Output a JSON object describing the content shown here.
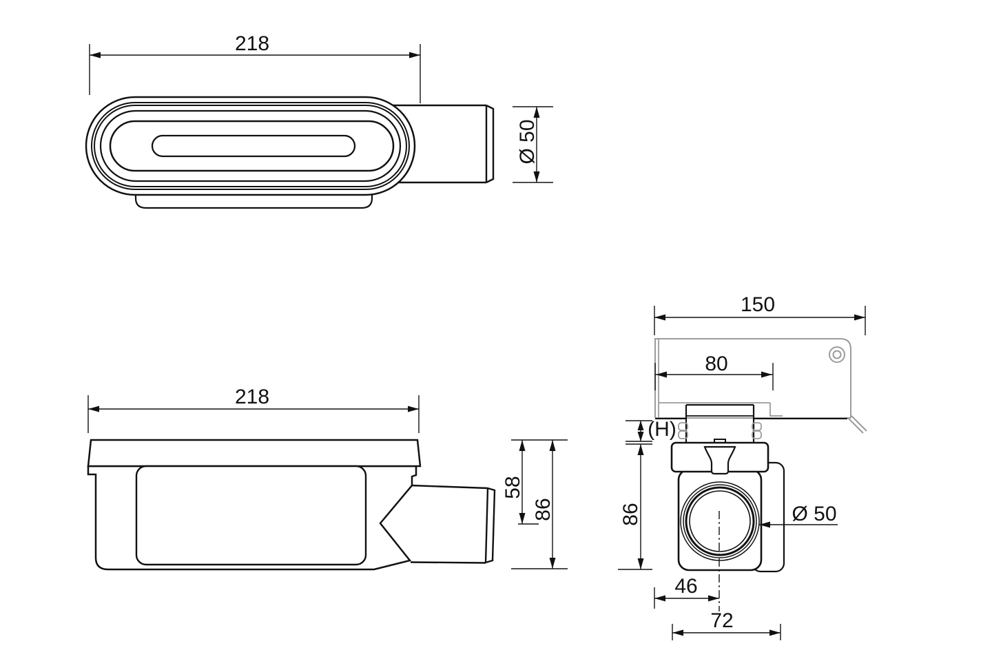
{
  "drawing": {
    "type": "technical-dimension-drawing",
    "subject": "shower channel drain trap, three orthographic views",
    "colors": {
      "line": "#111111",
      "secondary": "#9b9b9b",
      "background": "#ffffff"
    },
    "dims": {
      "top_length": "218",
      "top_outlet_dia": "Ø 50",
      "side_length": "218",
      "side_outlet_height": "58",
      "side_total_height": "86",
      "end_flange_width": "150",
      "end_inner_offset": "80",
      "end_height_var": "(H)",
      "end_trap_height": "86",
      "end_outlet_dia": "Ø 50",
      "end_outlet_offset": "46",
      "end_trap_width": "72"
    }
  }
}
